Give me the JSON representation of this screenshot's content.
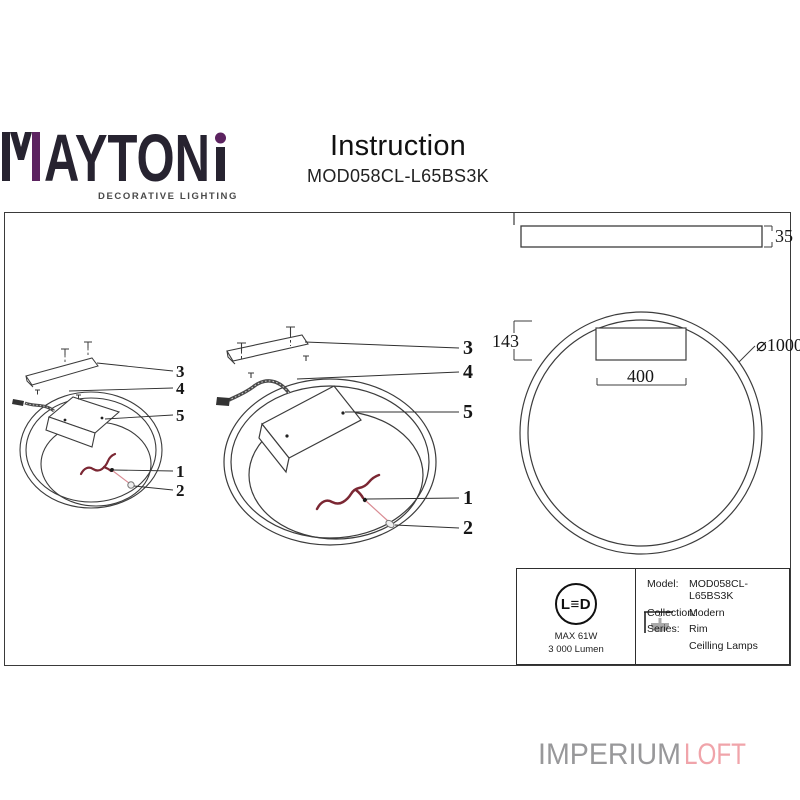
{
  "brand": {
    "name": "MAYTONI",
    "wordmark_start": "M",
    "wordmark_mid": "AYTON",
    "wordmark_end": "I",
    "tagline": "DECORATIVE LIGHTING"
  },
  "header": {
    "title": "Instruction",
    "model": "MOD058CL-L65BS3K"
  },
  "drawing": {
    "side_view": {
      "thickness": "35"
    },
    "front_view": {
      "canopy_height": "143",
      "canopy_width": "400",
      "diameter": "⌀1000"
    },
    "exploded_small": {
      "labels": [
        "3",
        "4",
        "5",
        "1",
        "2"
      ]
    },
    "exploded_large": {
      "labels": [
        "3",
        "4",
        "5",
        "1",
        "2"
      ]
    }
  },
  "spec": {
    "led_badge": {
      "text": "L≡D",
      "max_power": "MAX 61W",
      "lumen": "3 000 Lumen"
    },
    "rows": [
      {
        "label": "Model:",
        "value": "MOD058CL-L65BS3K"
      },
      {
        "label": "Collection:",
        "value": "Modern"
      },
      {
        "label": "Series:",
        "value": "Rim"
      },
      {
        "label": "",
        "value": "Ceilling Lamps"
      }
    ]
  },
  "footer": {
    "part1": "IMPERIUM",
    "part2": "LOFT"
  },
  "colors": {
    "line": "#3c3c3c",
    "brand_purple": "#5c2360",
    "wire_red": "#7b2733",
    "wire_pink": "#d98b93",
    "footer_gray": "#98989a",
    "footer_pink": "#f0a4aa"
  }
}
